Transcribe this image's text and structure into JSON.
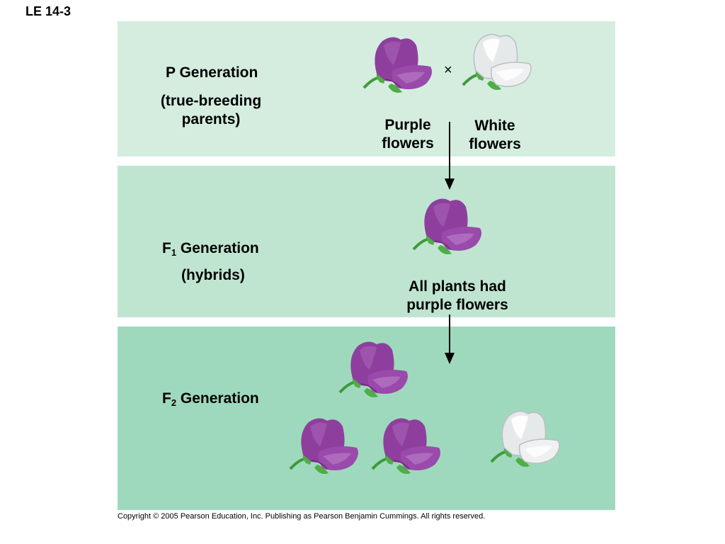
{
  "slide": {
    "label": "LE 14-3"
  },
  "generations": {
    "p": {
      "name": "P Generation",
      "subtitle_line1": "(true-breeding",
      "subtitle_line2": "parents)"
    },
    "f1": {
      "prefix": "F",
      "sub": "1",
      "suffix": " Generation",
      "subtitle": "(hybrids)"
    },
    "f2": {
      "prefix": "F",
      "sub": "2",
      "suffix": " Generation"
    }
  },
  "labels": {
    "cross": "×",
    "purple_line1": "Purple",
    "purple_line2": "flowers",
    "white_line1": "White",
    "white_line2": "flowers",
    "f1_result_line1": "All plants had",
    "f1_result_line2": "purple flowers"
  },
  "colors": {
    "band_p": "#d4eddf",
    "band_f1": "#bfe5d1",
    "band_f2": "#9fd9bd",
    "purple_petal": "#8e3f9d",
    "white_petal": "#e8ebec",
    "stem": "#3f9a3a"
  },
  "flowers": {
    "p_generation": [
      "purple",
      "white"
    ],
    "f1_generation": [
      "purple"
    ],
    "f2_generation": [
      "purple",
      "purple",
      "purple",
      "white"
    ]
  },
  "footer": {
    "copyright": "Copyright © 2005 Pearson Education, Inc. Publishing as Pearson Benjamin Cummings. All rights reserved."
  }
}
